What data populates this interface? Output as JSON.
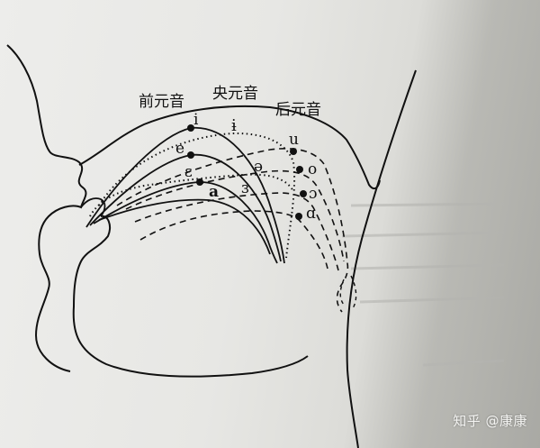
{
  "diagram": {
    "categories": {
      "front": "前元音",
      "central": "央元音",
      "back": "后元音"
    },
    "vowels": {
      "i": "i",
      "barred_i": "ɨ",
      "u": "u",
      "e": "e",
      "schwa": "ə",
      "o": "o",
      "open_e": "ɛ",
      "rev_open_e": "ɜ",
      "open_o": "ɔ",
      "a": "a",
      "script_a": "ɑ"
    }
  },
  "watermark": "知乎 @康康",
  "colors": {
    "ink": "#111111",
    "paper": "#ececea",
    "shadow": "#a9a9a4"
  }
}
